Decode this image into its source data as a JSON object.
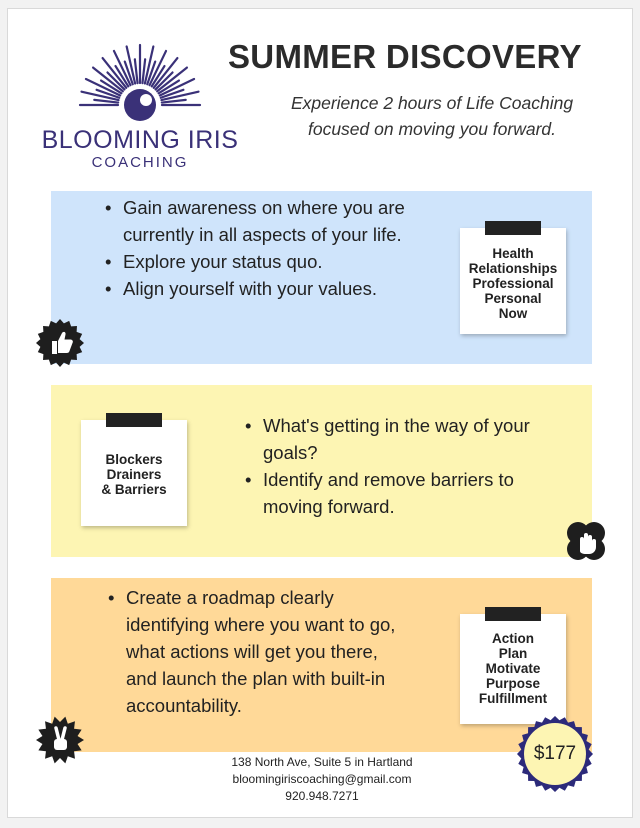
{
  "brand": {
    "name": "BLOOMING IRIS",
    "sub": "COACHING",
    "color": "#3a3178"
  },
  "header": {
    "title": "SUMMER DISCOVERY",
    "subtitle_line1": "Experience 2 hours of Life Coaching",
    "subtitle_line2": "focused on moving you forward."
  },
  "section1": {
    "color": "#cfe4fb",
    "bullets": [
      "Gain awareness on where you are currently in all aspects of your life.",
      "Explore your status quo.",
      "Align yourself with your values."
    ],
    "note": [
      "Health",
      "Relationships",
      "Professional",
      "Personal",
      "Now"
    ],
    "icon": "thumbs-up-icon"
  },
  "section2": {
    "color": "#fdf5b3",
    "bullets": [
      "What's getting in the way of your goals?",
      "Identify and remove barriers to moving forward."
    ],
    "note": [
      "Blockers",
      "Drainers",
      "& Barriers"
    ],
    "icon": "stop-hand-icon"
  },
  "section3": {
    "color": "#ffd998",
    "bullets": [
      "Create a roadmap clearly identifying where you want to go, what actions will get you there, and launch the plan with built-in accountability."
    ],
    "note": [
      "Action",
      "Plan",
      "Motivate",
      "Purpose",
      "Fulfillment"
    ],
    "icon": "peace-sign-icon"
  },
  "price": {
    "label": "$177",
    "fill": "#fdf5b3",
    "ring": "#2c2a7a"
  },
  "contact": {
    "address": "138 North Ave, Suite 5 in Hartland",
    "email": "bloomingiriscoaching@gmail.com",
    "phone": "920.948.7271"
  }
}
